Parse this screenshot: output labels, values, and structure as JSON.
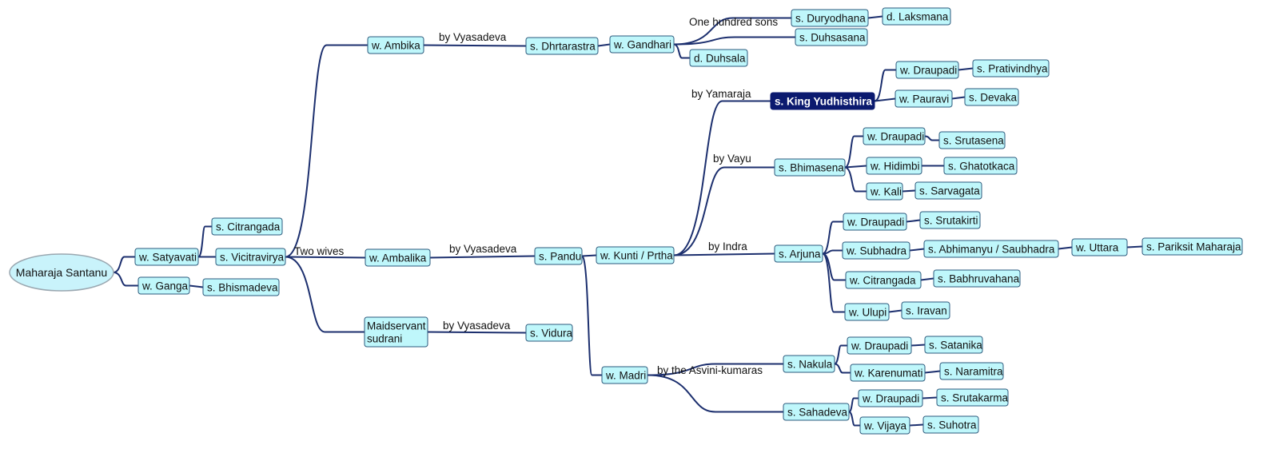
{
  "colors": {
    "node_fill": "#bff7fb",
    "node_border": "#2b5a7c",
    "selected_fill": "#0b1a6f",
    "edge": "#1c2f6e",
    "root_fill": "#c9f3fb"
  },
  "tree": {
    "root": {
      "id": "santanu",
      "label": "Maharaja Santanu"
    },
    "nodes": [
      {
        "id": "satyavati",
        "parent": "santanu",
        "label": "w. Satyavati"
      },
      {
        "id": "ganga",
        "parent": "santanu",
        "label": "w. Ganga"
      },
      {
        "id": "citrangada1",
        "parent": "satyavati",
        "label": "s. Citrangada"
      },
      {
        "id": "vicitravirya",
        "parent": "satyavati",
        "label": "s. Vicitravirya"
      },
      {
        "id": "bhismadeva",
        "parent": "ganga",
        "label": "s. Bhismadeva"
      },
      {
        "id": "ambika",
        "parent": "vicitravirya",
        "label": "w. Ambika",
        "edge_label": "Two wives"
      },
      {
        "id": "ambalika",
        "parent": "vicitravirya",
        "label": "w. Ambalika"
      },
      {
        "id": "maidservant",
        "parent": "vicitravirya",
        "label": "Maidservant\nsudrani"
      },
      {
        "id": "dhrtarastra",
        "parent": "ambika",
        "label": "s. Dhrtarastra",
        "edge_label": "by Vyasadeva"
      },
      {
        "id": "gandhari",
        "parent": "dhrtarastra",
        "label": "w. Gandhari"
      },
      {
        "id": "duryodhana",
        "parent": "gandhari",
        "label": "s. Duryodhana",
        "edge_label": "One hundred sons"
      },
      {
        "id": "duhsasana",
        "parent": "gandhari",
        "label": "s. Duhsasana"
      },
      {
        "id": "duhsala",
        "parent": "gandhari",
        "label": "d. Duhsala"
      },
      {
        "id": "laksmana",
        "parent": "duryodhana",
        "label": "d. Laksmana"
      },
      {
        "id": "pandu",
        "parent": "ambalika",
        "label": "s. Pandu",
        "edge_label": "by Vyasadeva"
      },
      {
        "id": "vidura",
        "parent": "maidservant",
        "label": "s. Vidura",
        "edge_label": "by Vyasadeva"
      },
      {
        "id": "kunti",
        "parent": "pandu",
        "label": "w. Kunti / Prtha"
      },
      {
        "id": "madri",
        "parent": "pandu",
        "label": "w. Madri"
      },
      {
        "id": "yudhisthira",
        "parent": "kunti",
        "label": "s. King Yudhisthira",
        "edge_label": "by Yamaraja",
        "selected": true
      },
      {
        "id": "bhimasena",
        "parent": "kunti",
        "label": "s. Bhimasena",
        "edge_label": "by Vayu"
      },
      {
        "id": "arjuna",
        "parent": "kunti",
        "label": "s. Arjuna",
        "edge_label": "by Indra"
      },
      {
        "id": "y_draupadi",
        "parent": "yudhisthira",
        "label": "w. Draupadi"
      },
      {
        "id": "pauravi",
        "parent": "yudhisthira",
        "label": "w. Pauravi"
      },
      {
        "id": "prativindhya",
        "parent": "y_draupadi",
        "label": "s. Prativindhya"
      },
      {
        "id": "devaka",
        "parent": "pauravi",
        "label": "s. Devaka"
      },
      {
        "id": "b_draupadi",
        "parent": "bhimasena",
        "label": "w. Draupadi"
      },
      {
        "id": "hidimbi",
        "parent": "bhimasena",
        "label": "w. Hidimbi"
      },
      {
        "id": "kali",
        "parent": "bhimasena",
        "label": "w. Kali"
      },
      {
        "id": "srutasena",
        "parent": "b_draupadi",
        "label": "s. Srutasena"
      },
      {
        "id": "ghatotkaca",
        "parent": "hidimbi",
        "label": "s. Ghatotkaca"
      },
      {
        "id": "sarvagata",
        "parent": "kali",
        "label": "s. Sarvagata"
      },
      {
        "id": "a_draupadi",
        "parent": "arjuna",
        "label": "w. Draupadi"
      },
      {
        "id": "subhadra",
        "parent": "arjuna",
        "label": "w. Subhadra"
      },
      {
        "id": "citrangada2",
        "parent": "arjuna",
        "label": "w. Citrangada"
      },
      {
        "id": "ulupi",
        "parent": "arjuna",
        "label": "w. Ulupi"
      },
      {
        "id": "srutakirti",
        "parent": "a_draupadi",
        "label": "s. Srutakirti"
      },
      {
        "id": "abhimanyu",
        "parent": "subhadra",
        "label": "s. Abhimanyu / Saubhadra"
      },
      {
        "id": "uttara",
        "parent": "abhimanyu",
        "label": "w. Uttara"
      },
      {
        "id": "pariksit",
        "parent": "uttara",
        "label": "s. Pariksit Maharaja"
      },
      {
        "id": "babhruvahana",
        "parent": "citrangada2",
        "label": "s. Babhruvahana"
      },
      {
        "id": "iravan",
        "parent": "ulupi",
        "label": "s. Iravan"
      },
      {
        "id": "nakula",
        "parent": "madri",
        "label": "s. Nakula",
        "edge_label": "by the Asvini-kumaras"
      },
      {
        "id": "sahadeva",
        "parent": "madri",
        "label": "s. Sahadeva"
      },
      {
        "id": "n_draupadi",
        "parent": "nakula",
        "label": "w. Draupadi"
      },
      {
        "id": "karenumati",
        "parent": "nakula",
        "label": "w. Karenumati"
      },
      {
        "id": "satanika",
        "parent": "n_draupadi",
        "label": "s. Satanika"
      },
      {
        "id": "naramitra",
        "parent": "karenumati",
        "label": "s. Naramitra"
      },
      {
        "id": "s_draupadi",
        "parent": "sahadeva",
        "label": "w. Draupadi"
      },
      {
        "id": "vijaya",
        "parent": "sahadeva",
        "label": "w. Vijaya"
      },
      {
        "id": "srutakarma",
        "parent": "s_draupadi",
        "label": "s. Srutakarma"
      },
      {
        "id": "suhotra",
        "parent": "vijaya",
        "label": "s. Suhotra"
      }
    ]
  }
}
